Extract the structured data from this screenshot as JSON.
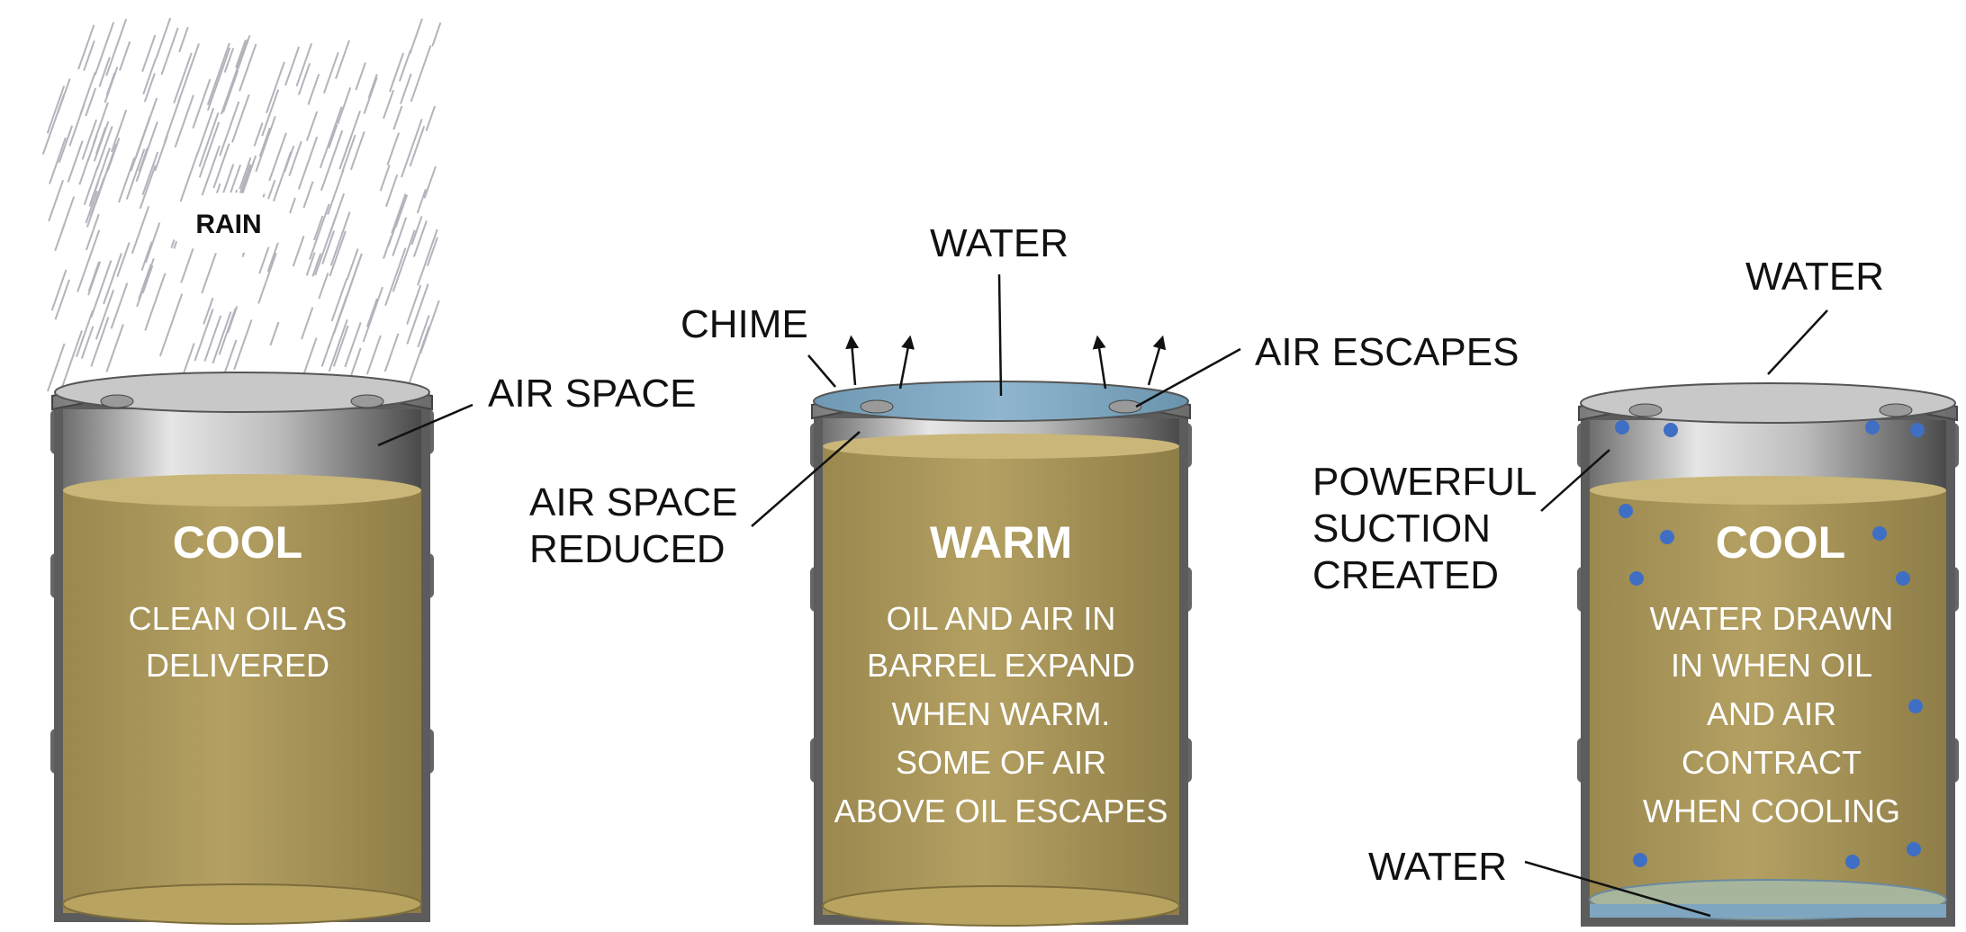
{
  "rain_label": "RAIN",
  "barrels": [
    {
      "heading": "COOL",
      "lines": [
        "CLEAN OIL AS",
        "DELIVERED"
      ],
      "callouts": [
        "AIR SPACE"
      ]
    },
    {
      "heading": "WARM",
      "lines": [
        "OIL AND AIR IN",
        "BARREL EXPAND",
        "WHEN WARM.",
        "SOME OF AIR",
        "ABOVE OIL ESCAPES"
      ],
      "callouts": [
        "WATER",
        "CHIME",
        "AIR ESCAPES",
        "AIR SPACE",
        "REDUCED"
      ]
    },
    {
      "heading": "COOL",
      "lines": [
        "WATER DRAWN",
        "IN WHEN OIL",
        "AND AIR",
        "CONTRACT",
        "WHEN COOLING"
      ],
      "callouts": [
        "WATER",
        "POWERFUL",
        "SUCTION",
        "CREATED",
        "WATER"
      ]
    }
  ],
  "colors": {
    "oil": "#a8955a",
    "oil_light": "#c4ae6a",
    "steel_dark": "#5a5a5a",
    "steel_light": "#d8d8d8",
    "water": "#7ea6c0",
    "drops": "#3f6fc4"
  }
}
